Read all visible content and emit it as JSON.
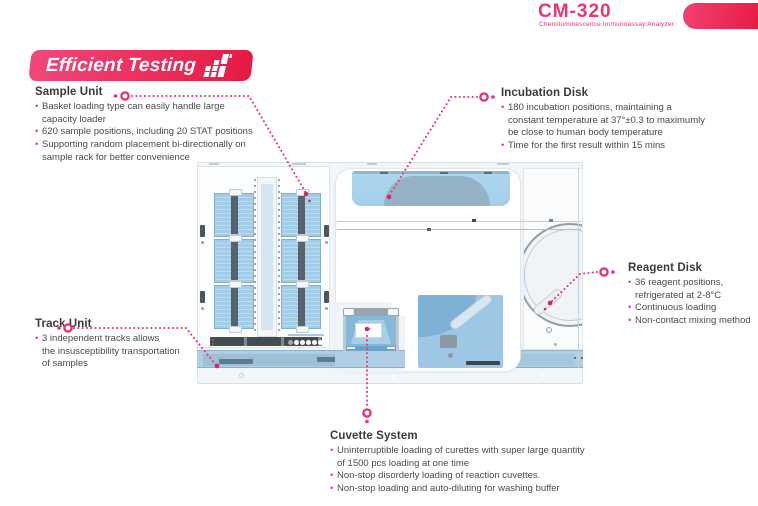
{
  "header": {
    "product": "CM-320",
    "subtitle": "Chemiluminescence Immunoassay Analyzer"
  },
  "banner": {
    "title": "Efficient Testing"
  },
  "callouts": {
    "sample_unit": {
      "title": "Sample Unit",
      "bullets": [
        "Basket loading type can easily handle large\ncapacity loader",
        "620 sample positions, including 20 STAT positions",
        "Supporting random placement bi-directionally on\nsample rack for better convenience"
      ]
    },
    "incubation_disk": {
      "title": "Incubation Disk",
      "bullets": [
        "180 incubation positions, maintaining a\nconstant temperature at 37°±0.3 to maximumly\nbe close to human body temperature",
        "Time for the first result within 15 mins"
      ]
    },
    "reagent_disk": {
      "title": "Reagent Disk",
      "bullets": [
        "36 reagent positions,\nrefrigerated at 2-8°C",
        "Continuous loading",
        "Non-contact mixing method"
      ]
    },
    "track_unit": {
      "title": "Track Unit",
      "bullets": [
        "3 independent tracks allows\nthe insusceptibility transportation\nof samples"
      ]
    },
    "cuvette_system": {
      "title": "Cuvette System",
      "bullets": [
        "Uninterruptible loading of curettes with super large quantity\nof 1500 pcs loading at one time",
        "Non-stop disorderly loading of reaction cuvettes.",
        "Non-stop loading and auto-diluting for washing buffer"
      ]
    }
  },
  "colors": {
    "accent_pink": "#E8336D",
    "brand_pink": "#F0326E",
    "banner_gradient_start": "#F2477B",
    "banner_gradient_end": "#E61A43",
    "machine_blue": "#A8D2EC"
  }
}
